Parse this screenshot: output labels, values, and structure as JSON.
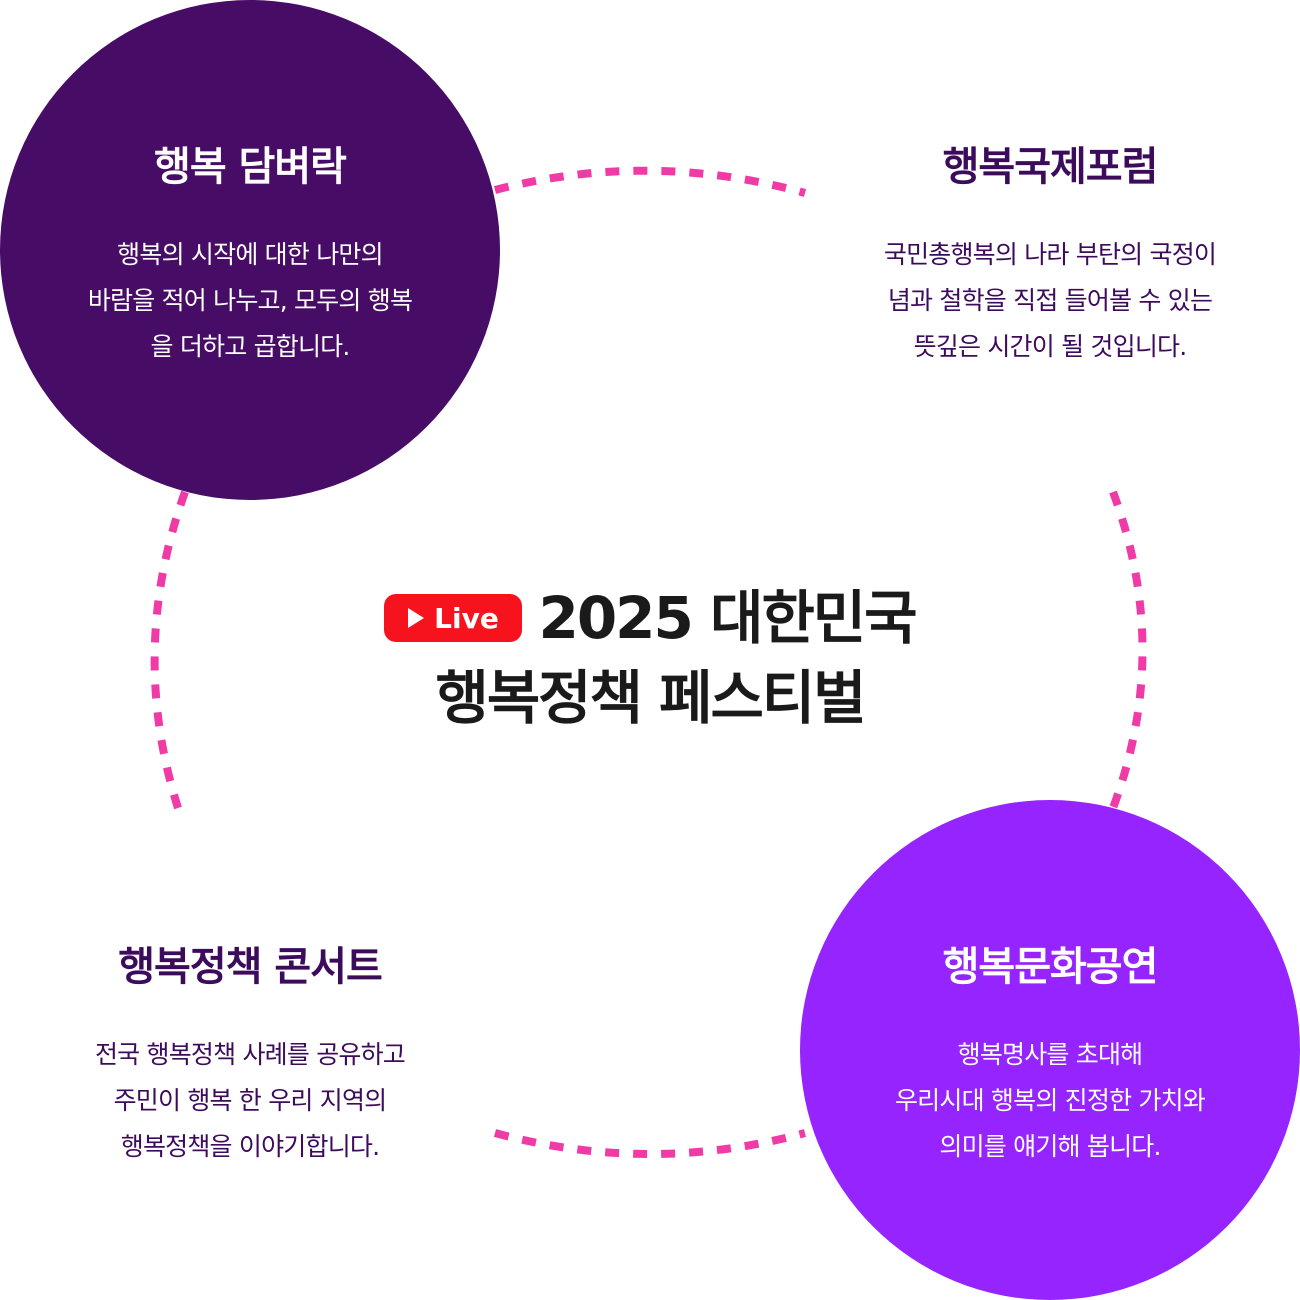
{
  "colors": {
    "dark_circle": "#460c66",
    "bright_circle": "#9624ff",
    "ring": "#f03aa5",
    "live_badge": "#f7131e",
    "heading_on_light": "#3d0b5c"
  },
  "center": {
    "live_label": "Live",
    "live_icon": "play-icon",
    "title_line1": "2025 대한민국",
    "title_line2": "행복정책 페스티벌"
  },
  "sections": {
    "top_left": {
      "title": "행복 담벼락",
      "lines": [
        "행복의 시작에 대한 나만의",
        "바람을 적어 나누고, 모두의 행복",
        "을 더하고 곱합니다."
      ]
    },
    "top_right": {
      "title": "행복국제포럼",
      "lines": [
        "국민총행복의 나라 부탄의 국정이",
        "념과 철학을 직접 들어볼 수 있는",
        "뜻깊은 시간이 될 것입니다."
      ]
    },
    "bottom_left": {
      "title": "행복정책 콘서트",
      "lines": [
        "전국 행복정책 사례를 공유하고",
        "주민이 행복 한 우리 지역의",
        "행복정책을 이야기합니다."
      ]
    },
    "bottom_right": {
      "title": "행복문화공연",
      "lines": [
        "행복명사를 초대해",
        "우리시대 행복의 진정한 가치와",
        "의미를 얘기해 봅니다."
      ]
    }
  }
}
